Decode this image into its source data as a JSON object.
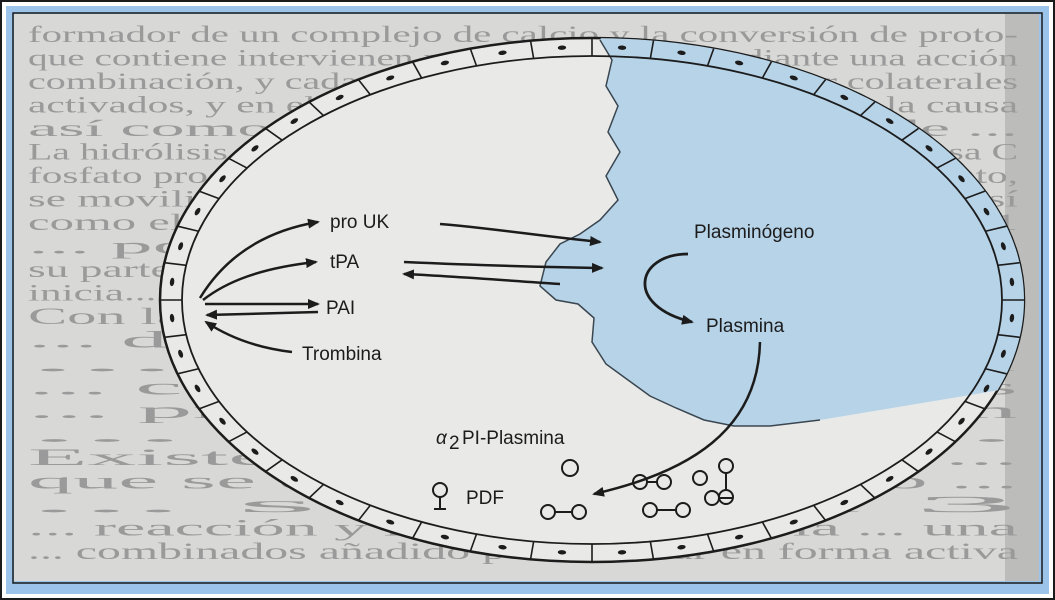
{
  "colors": {
    "frame_blue": "#9cc3ea",
    "frame_border": "#1a1a1a",
    "page_paper": "#d8d8d6",
    "blood_vessel": "#b6d3e8",
    "ink": "#1c1c1c"
  },
  "labels": {
    "pro_uk": "pro UK",
    "tpa": "tPA",
    "pai": "PAI",
    "trombina": "Trombina",
    "plasminogeno": "Plasminógeno",
    "plasmina": "Plasmina",
    "alpha2_symbol": "α",
    "alpha2_sub": "2",
    "pi_plasmina": "PI-Plasmina",
    "pdf": "PDF"
  },
  "background_text": [
    "formador de un complejo de calcio y la conversión de proto-",
    "que contiene intervienen proteínas activas mediante una acción",
    "combinación, y cada una de ellas, este proceso por colaterales",
    "activados, y en ellos se formará la tasa de TXA2 es la causa",
    "así como la base para la acción de ...",
    "La hidrólisis del fosfolípido de membrana por la fosfolipasa C",
    "fosfato produce diacilglicerol (DAG) y el inositol trifosfato,",
    "se movilizan por ello en el metabolismo del calcio, así",
    "como el papel en el desplazamiento ... en la tabla 1",
    "... por los vasos sanguíneos ... ",
    "su parte la proteína interactúa con factores de contacto",
    "inicia... grandes y el cambio ... factores de la coagulación",
    "Con la actividad ... se inician las proteínas",
    "... del factor ... figuran con",
    "... Total ... el",
    "... colocación ... unidos",
    "... procede ... a la ... en",
    "... de alto ...",
    "Existe otro mecanismo ... ",
    "que se da en un producto ...",
    "... sección 3",
    "... reacción y la secreción de la ... una",
    "... combinados añadido para indicar en forma activa"
  ]
}
